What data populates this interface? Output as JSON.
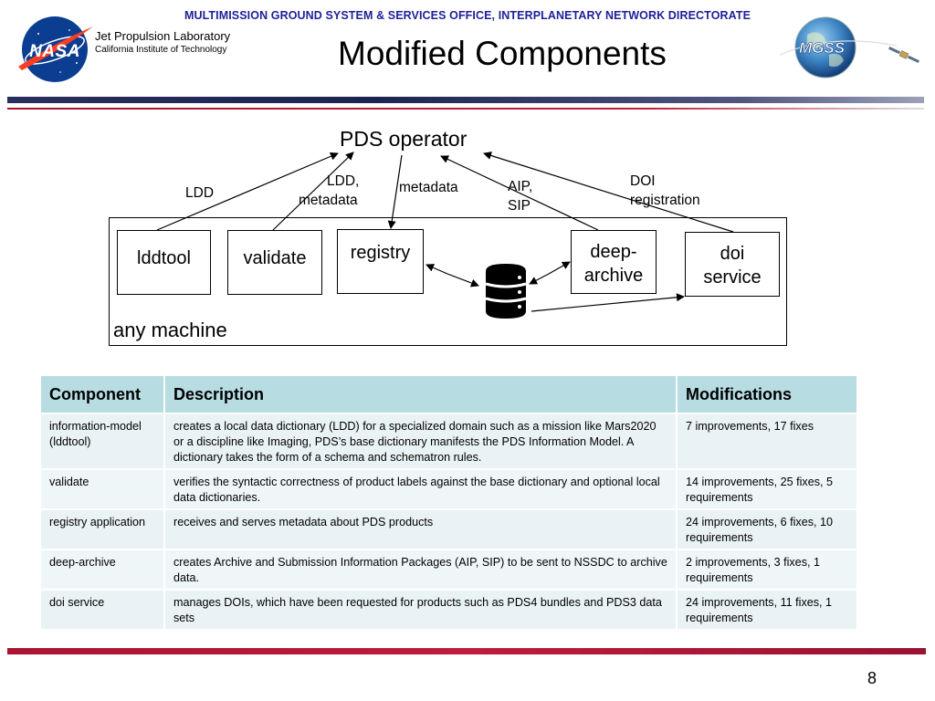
{
  "header": {
    "banner": "MULTIMISSION GROUND SYSTEM & SERVICES OFFICE, INTERPLANETARY NETWORK DIRECTORATE",
    "org_name": "Jet Propulsion Laboratory",
    "org_sub": "California Institute of Technology",
    "nasa_logo_text": "NASA",
    "mgss_logo_text": "MGSS",
    "title": "Modified Components"
  },
  "diagram": {
    "operator": "PDS operator",
    "edge_labels": {
      "ldd": "LDD",
      "ldd_metadata_1": "LDD,",
      "ldd_metadata_2": "metadata",
      "metadata": "metadata",
      "aip_sip_1": "AIP,",
      "aip_sip_2": "SIP",
      "doi_reg_1": "DOI",
      "doi_reg_2": "registration"
    },
    "components": {
      "lddtool": "lddtool",
      "validate": "validate",
      "registry": "registry",
      "deep_archive_1": "deep-",
      "deep_archive_2": "archive",
      "doi_service_1": "doi",
      "doi_service_2": "service"
    },
    "container_label": "any machine",
    "icon": "database-icon"
  },
  "table": {
    "headers": [
      "Component",
      "Description",
      "Modifications"
    ],
    "rows": [
      {
        "component": "information-model (lddtool)",
        "description": "creates a local data dictionary (LDD) for a specialized domain such as a mission like Mars2020 or a discipline like Imaging, PDS’s base dictionary manifests the PDS Information Model. A dictionary takes the form of a schema and schematron rules.",
        "modifications": "7 improvements, 17 fixes"
      },
      {
        "component": "validate",
        "description": "verifies the syntactic correctness of product labels against the base dictionary and optional local data dictionaries.",
        "modifications": "14 improvements, 25 fixes, 5 requirements"
      },
      {
        "component": "registry application",
        "description": "receives and serves metadata about PDS products",
        "modifications": "24 improvements, 6 fixes, 10 requirements"
      },
      {
        "component": "deep-archive",
        "description": "creates Archive and Submission Information Packages (AIP, SIP) to be sent to NSSDC to archive data.",
        "modifications": "2 improvements, 3 fixes, 1 requirements"
      },
      {
        "component": "doi service",
        "description": "manages DOIs, which have been requested for products such as PDS4 bundles and PDS3 data sets",
        "modifications": "24 improvements, 11 fixes, 1 requirements"
      }
    ]
  },
  "footer": {
    "page_number": "8"
  }
}
